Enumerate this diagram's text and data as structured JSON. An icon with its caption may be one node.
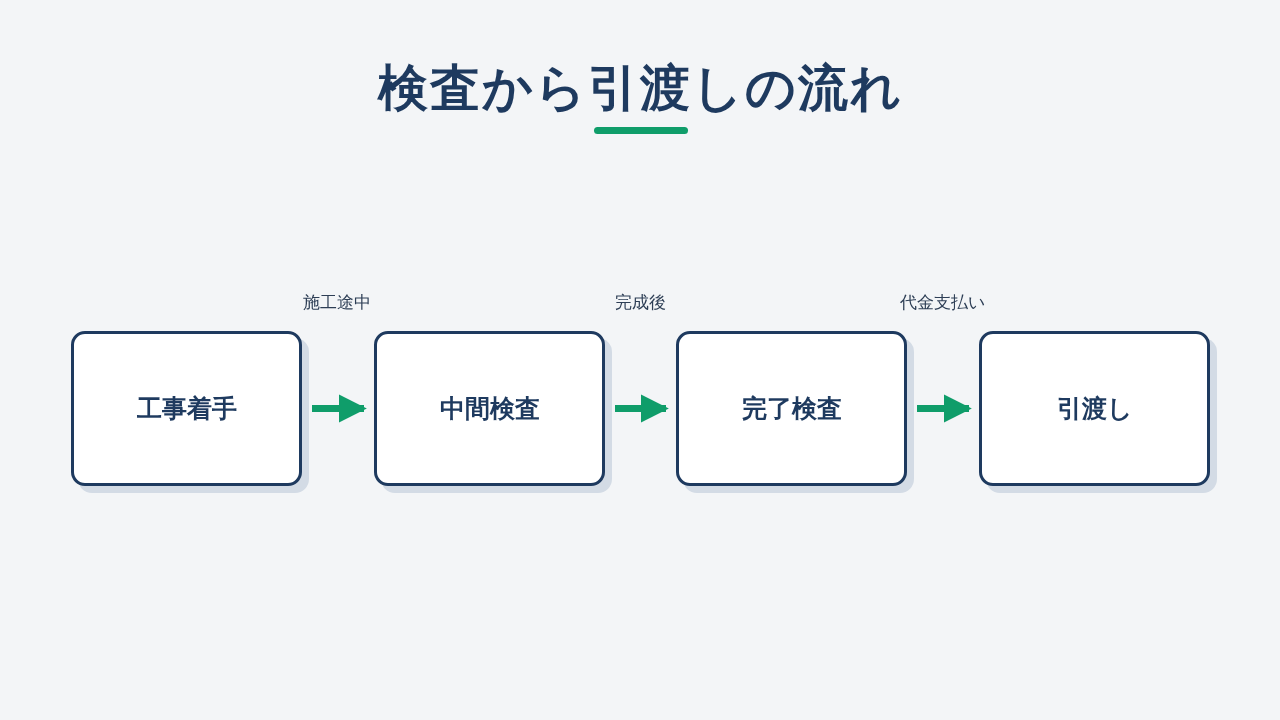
{
  "diagram": {
    "title": "検査から引渡しの流れ",
    "nodes": [
      {
        "text": [
          "工事着手"
        ]
      },
      {
        "text": [
          "中間検査"
        ]
      },
      {
        "text": [
          "完了検査"
        ]
      },
      {
        "text": [
          "引渡し"
        ]
      }
    ],
    "edges": [
      {
        "from": 0,
        "to": 1,
        "arrow": "to"
      },
      {
        "from": 1,
        "to": 2,
        "arrow": "to"
      },
      {
        "from": 2,
        "to": 3,
        "arrow": "to"
      }
    ],
    "labels": [
      "施工途中",
      "完成後",
      "代金支払い"
    ]
  }
}
